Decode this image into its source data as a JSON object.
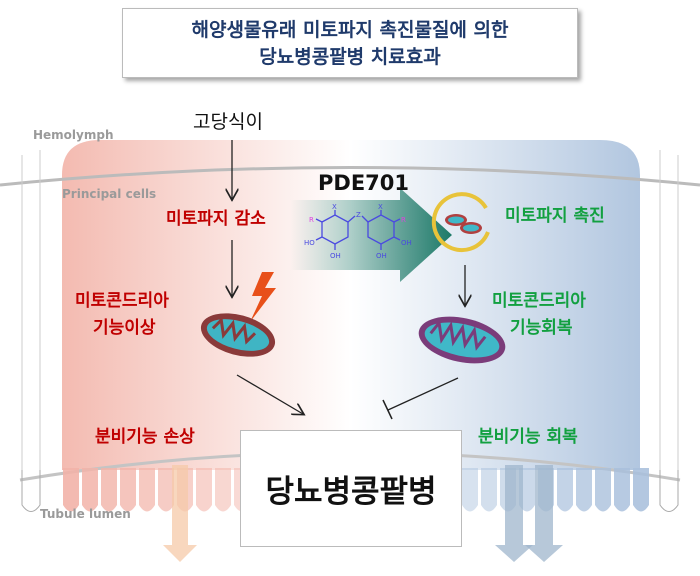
{
  "title": {
    "line1": "해양생물유래 미토파지 촉진물질에 의한",
    "line2": "당뇨병콩팥병 치료효과"
  },
  "labels": {
    "hemolymph": "Hemolymph",
    "principal_cells": "Principal cells",
    "tubule_lumen": "Tubule lumen",
    "high_sugar_diet": "고당식이",
    "compound": "PDE701",
    "mitophagy_decrease": "미토파지 감소",
    "mitophagy_promote": "미토파지 촉진",
    "mito_dysfunction_1": "미토콘드리아",
    "mito_dysfunction_2": "기능이상",
    "mito_recovery_1": "미토콘드리아",
    "mito_recovery_2": "기능회복",
    "secretion_damage": "분비기능 손상",
    "secretion_recovery": "분비기능 회복",
    "disease": "당뇨병콩팥병"
  },
  "structure_labels": {
    "x": "X",
    "z": "Z",
    "r": "R",
    "oh": "OH",
    "ho": "HO"
  },
  "colors": {
    "damage": "#c00000",
    "recovery": "#12a040",
    "title": "#1f3a6b"
  }
}
